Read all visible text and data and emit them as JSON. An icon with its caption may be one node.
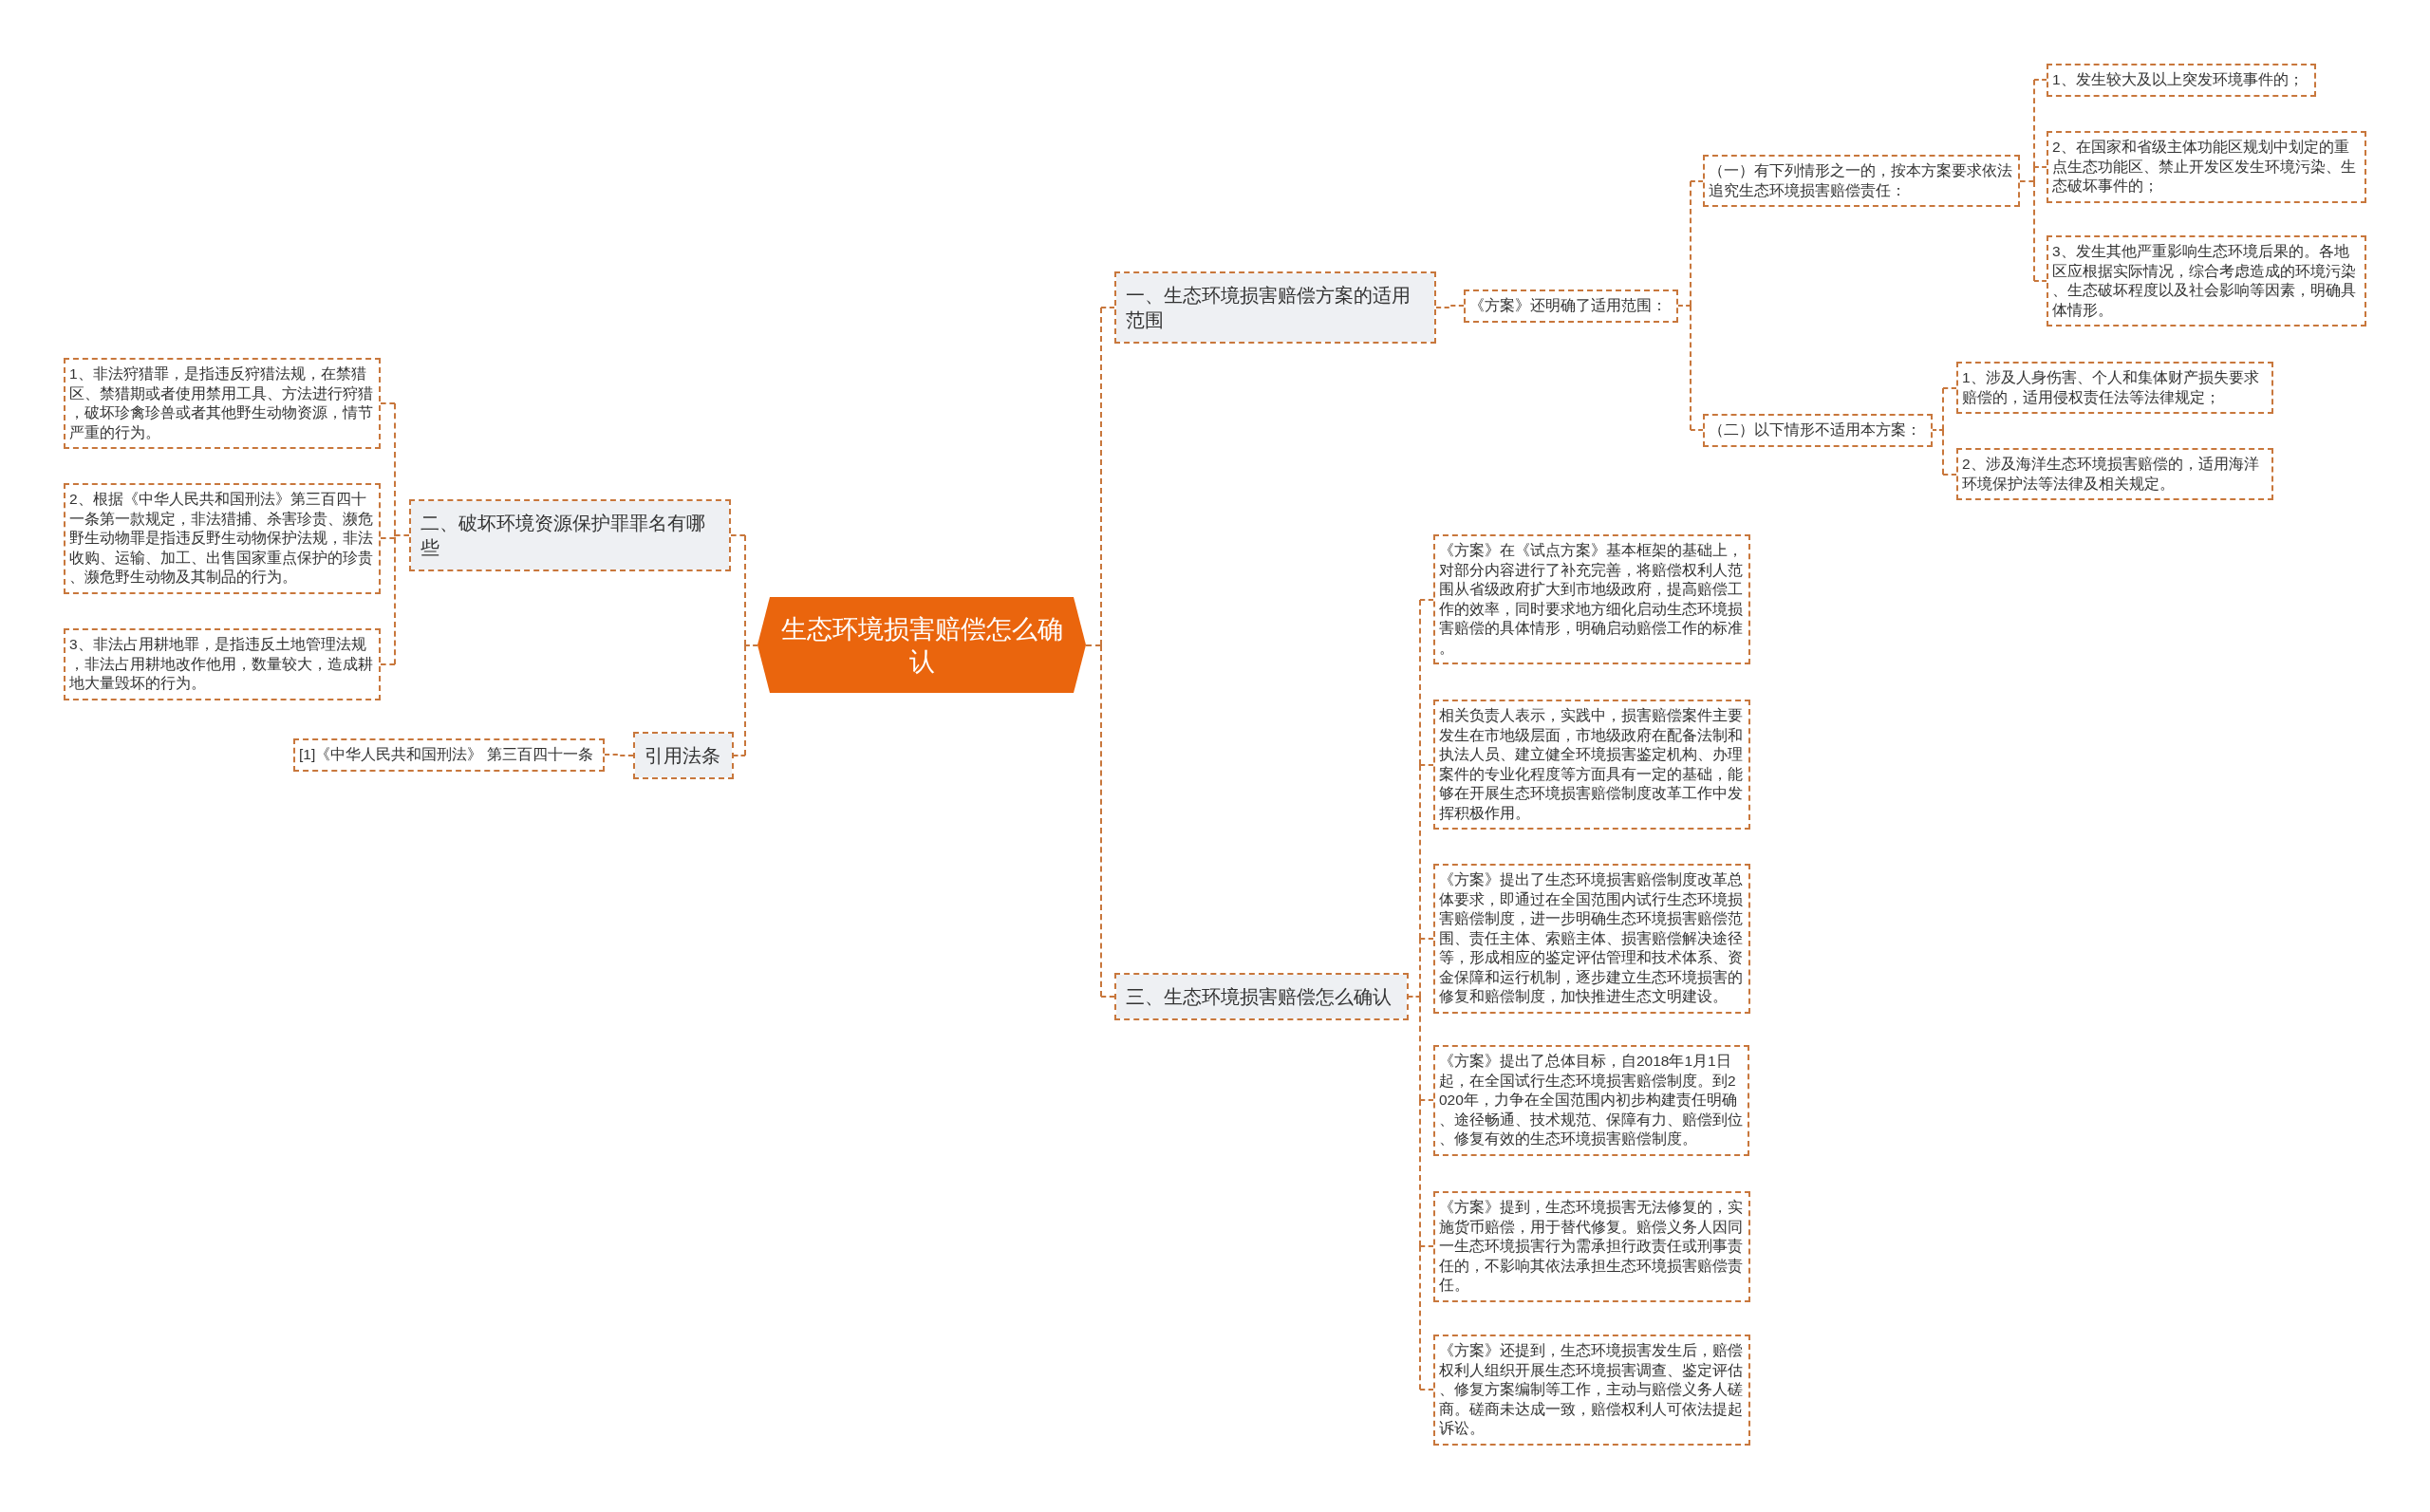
{
  "diagram": {
    "nodes": [
      {
        "text": [
          "生态环境损害赔偿怎么确认"
        ]
      },
      {
        "text": [
          "一、生态环境损害赔偿方案的适用范围"
        ]
      },
      {
        "text": [
          "《方案》还明确了适用范围："
        ]
      },
      {
        "text": [
          "（一）有下列情形之一的，按本方案要求依法追究生态环境损害赔偿责任："
        ]
      },
      {
        "text": [
          "1、发生较大及以上突发环境事件的；"
        ]
      },
      {
        "text": [
          "2、在国家和省级主体功能区规划中划定的重点生态功能区、禁止开发区发生环境污染、生态破坏事件的；"
        ]
      },
      {
        "text": [
          "3、发生其他严重影响生态环境后果的。各地区应根据实际情况，综合考虑造成的环境污染、生态破坏程度以及社会影响等因素，明确具体情形。"
        ]
      },
      {
        "text": [
          "（二）以下情形不适用本方案："
        ]
      },
      {
        "text": [
          "1、涉及人身伤害、个人和集体财产损失要求赔偿的，适用侵权责任法等法律规定；"
        ]
      },
      {
        "text": [
          "2、涉及海洋生态环境损害赔偿的，适用海洋环境保护法等法律及相关规定。"
        ]
      },
      {
        "text": [
          "三、生态环境损害赔偿怎么确认"
        ]
      },
      {
        "text": [
          "《方案》在《试点方案》基本框架的基础上，对部分内容进行了补充完善，将赔偿权利人范围从省级政府扩大到市地级政府，提高赔偿工作的效率，同时要求地方细化启动生态环境损害赔偿的具体情形，明确启动赔偿工作的标准。"
        ]
      },
      {
        "text": [
          "相关负责人表示，实践中，损害赔偿案件主要发生在市地级层面，市地级政府在配备法制和执法人员、建立健全环境损害鉴定机构、办理案件的专业化程度等方面具有一定的基础，能够在开展生态环境损害赔偿制度改革工作中发挥积极作用。"
        ]
      },
      {
        "text": [
          "《方案》提出了生态环境损害赔偿制度改革总体要求，即通过在全国范围内试行生态环境损害赔偿制度，进一步明确生态环境损害赔偿范围、责任主体、索赔主体、损害赔偿解决途径等，形成相应的鉴定评估管理和技术体系、资金保障和运行机制，逐步建立生态环境损害的修复和赔偿制度，加快推进生态文明建设。"
        ]
      },
      {
        "text": [
          "《方案》提出了总体目标，自2018年1月1日起，在全国试行生态环境损害赔偿制度。到2020年，力争在全国范围内初步构建责任明确、途径畅通、技术规范、保障有力、赔偿到位、修复有效的生态环境损害赔偿制度。"
        ]
      },
      {
        "text": [
          "《方案》提到，生态环境损害无法修复的，实施货币赔偿，用于替代修复。赔偿义务人因同一生态环境损害行为需承担行政责任或刑事责任的，不影响其依法承担生态环境损害赔偿责任。"
        ]
      },
      {
        "text": [
          "《方案》还提到，生态环境损害发生后，赔偿权利人组织开展生态环境损害调查、鉴定评估、修复方案编制等工作，主动与赔偿义务人磋商。磋商未达成一致，赔偿权利人可依法提起诉讼。"
        ]
      },
      {
        "text": [
          "二、破坏环境资源保护罪罪名有哪些"
        ]
      },
      {
        "text": [
          "1、非法狩猎罪，是指违反狩猎法规，在禁猎区、禁猎期或者使用禁用工具、方法进行狩猎，破坏珍禽珍兽或者其他野生动物资源，情节严重的行为。"
        ]
      },
      {
        "text": [
          "2、根据《中华人民共和国刑法》第三百四十一条第一款规定，非法猎捕、杀害珍贵、濒危野生动物罪是指违反野生动物保护法规，非法收购、运输、加工、出售国家重点保护的珍贵、濒危野生动物及其制品的行为。"
        ]
      },
      {
        "text": [
          "3、非法占用耕地罪，是指违反土地管理法规，非法占用耕地改作他用，数量较大，造成耕地大量毁坏的行为。"
        ]
      },
      {
        "text": [
          "引用法条"
        ]
      },
      {
        "text": [
          "[1]《中华人民共和国刑法》 第三百四十一条"
        ]
      }
    ],
    "edges": [
      {
        "from": 0,
        "to": 1,
        "arrow": "none"
      },
      {
        "from": 1,
        "to": 2,
        "arrow": "none"
      },
      {
        "from": 2,
        "to": 3,
        "arrow": "none"
      },
      {
        "from": 3,
        "to": 4,
        "arrow": "none"
      },
      {
        "from": 3,
        "to": 5,
        "arrow": "none"
      },
      {
        "from": 3,
        "to": 6,
        "arrow": "none"
      },
      {
        "from": 2,
        "to": 7,
        "arrow": "none"
      },
      {
        "from": 7,
        "to": 8,
        "arrow": "none"
      },
      {
        "from": 7,
        "to": 9,
        "arrow": "none"
      },
      {
        "from": 0,
        "to": 10,
        "arrow": "none"
      },
      {
        "from": 10,
        "to": 11,
        "arrow": "none"
      },
      {
        "from": 10,
        "to": 12,
        "arrow": "none"
      },
      {
        "from": 10,
        "to": 13,
        "arrow": "none"
      },
      {
        "from": 10,
        "to": 14,
        "arrow": "none"
      },
      {
        "from": 10,
        "to": 15,
        "arrow": "none"
      },
      {
        "from": 10,
        "to": 16,
        "arrow": "none"
      },
      {
        "from": 0,
        "to": 17,
        "arrow": "none"
      },
      {
        "from": 17,
        "to": 18,
        "arrow": "none"
      },
      {
        "from": 17,
        "to": 19,
        "arrow": "none"
      },
      {
        "from": 17,
        "to": 20,
        "arrow": "none"
      },
      {
        "from": 0,
        "to": 21,
        "arrow": "none"
      },
      {
        "from": 21,
        "to": 22,
        "arrow": "none"
      }
    ]
  }
}
